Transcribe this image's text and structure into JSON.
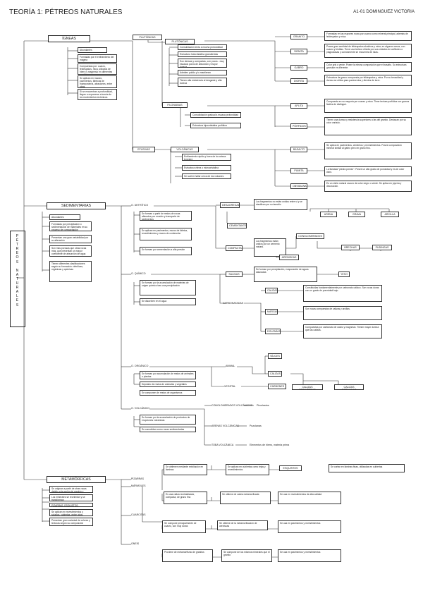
{
  "title": "TEORÍA 1: PÉTREOS NATURALES",
  "author": "A1-01 DOMINGUEZ VICTORIA",
  "main": "PÉTREOS NATURALES",
  "igneas": {
    "head": "ÍGNEAS",
    "notes": [
      "Abundantes",
      "Formadas por el enfriamiento del magma",
      "Compuestas por: cuarzo, feldespatos, mica, silicatos de hierro y magnesio en diferentes medidas",
      "Se aplican en macizo, pavimentos, fábricas de mampostería, aleaciones, entre otros",
      "Si se encuentran a profundidad, llegan a exponerse a través de los movimientos tectónicos"
    ],
    "plutonicas": "PLUTÓNICAS",
    "plut_a": "PLUTÓNICAS",
    "plut_a_notes": [
      "Consolidación lenta a mucha profundidad",
      "Estructura holocristalina granulientas",
      "Son densas y compactas, con pocos - muy escasos poros de absorción y mayor dureza",
      "Admiten pulido y lo mantienen",
      "Tienen alta resistencia al desgaste y alta dureza"
    ],
    "filonianas": "FILONIANAS",
    "filon_notes": [
      "Consolidación gradual a escasa profundidad",
      "Estructura hipocristalina porfídica"
    ],
    "efusivas": "EFUSIVAS",
    "volcanicas": "VOLCÁNICAS",
    "volc_notes": [
      "Enfriamiento rápido y fuera de la corteza terrestre",
      "Estructura vítrea o microcristalina",
      "Se suelen hallar cerca de los volcanes"
    ],
    "rocks": [
      {
        "name": "GRANITO",
        "desc": "Formadas en las mayores rocas por cuarzo como mineral principal, además de feldespatos y mica."
      },
      {
        "name": "SIENITA",
        "desc": "Posee gran cantidad de feldespatos alcalinos y mica, en algunos casos, con cuarzo y biotitas. Tiene una textura ofícida por sus cristales de anfíboles o plagioclasas y comúnmente se encuentra en islas."
      },
      {
        "name": "GABRO",
        "desc": "Color gris o verde. Posee la misma composición que el basalto. Su estructura granular es diferente."
      },
      {
        "name": "DIORITA",
        "desc": "Estructura de grano compuesta por feldespatos y mica. Por su tenacidad y dureza se utiliza para pavimentos y dientes de torre."
      },
      {
        "name": "APLITA",
        "desc": "Compuesta en su mayoría por cuarzo y mica. Tiene textura porfídica con granos fáciles de distinguir."
      },
      {
        "name": "PÓRFIDOS",
        "desc": "Tienen una dureza y resistencia superiores a las del granito. Destacan por su color variado."
      },
      {
        "name": "BASALTO",
        "desc": "Se aplica en pavimentos, cimientos y revestimientos. Posee composición mineral similar al gabro pero en grano fino."
      },
      {
        "name": "PUMITA",
        "desc": "La llamada \"piedra pómez\". Posee un alto grado de porosidad y es de color claro."
      },
      {
        "name": "OBSIDIANA",
        "desc": "Es un vidrio natural oscuro de color negro o verde. Se aplica en joyería y decoración."
      }
    ]
  },
  "sedimentarias": {
    "head": "SEDIMENTARIAS",
    "notes": [
      "Abundantes",
      "Formadas por precipitación o sedimentación de materiales en su proceso de compactación",
      "Presentan una gran variabilidad por su alteración",
      "Son más porosas que otras rocas más, que presentan un mayor coeficiente de absorción de agua",
      "Tienen diferentes clasificaciones según su formación: detríticas, orgánicas y químicas"
    ],
    "detrit": "O. DETRÍTICO",
    "detrit_notes": [
      "Se forman a partir de restos de rocas alterados por erosión y transporte de sedimentos",
      "Se aplican en pavimentos, muros de fábrica, revestimientos y muros de contención",
      "Se forman por cementación a alta presión"
    ],
    "desagregadas": "DESAGREGADAS",
    "desag_desc": "Los fragmentos no están unidos entre sí y se clasifican por su tamaño",
    "cementante": "CEMENTANTE",
    "compactas": "COMPACTAS",
    "comp_desc": "Los fragmentos están unidos por un cemento natural.",
    "conglomerados": "CONGLOMERADOS",
    "areniscas": "ARENISCAS",
    "brechas": "BRECHAS",
    "pudingas": "PUDINGAS",
    "sands": [
      "ARENA",
      "GRAVA",
      "ARCILLA"
    ],
    "quimico": "O. QUÍMICO",
    "quim_notes": [
      "Se forman por la acumulación de materias de origen químico tras una precipitación",
      "Se disuelven en el agua"
    ],
    "salinas": "SALINAS",
    "salinas_desc": "Se forman por precipitación, evaporación de aguas saturadas",
    "yeso": "YESO",
    "carbonatadas": "CARBONATADAS",
    "carbon": [
      {
        "name": "CALIZAS",
        "desc": "Constituidas fundamentalmente por carbonato cálcico. Son rocas duras con un grado de porosidad bajo."
      },
      {
        "name": "MARGAS",
        "desc": "Son rocas compuestas de calizas y arcillas."
      },
      {
        "name": "DOLOMÍAS",
        "desc": "Compuestas por carbonato de calcio y magnesio. Tienen mayor dureza que las calizas."
      }
    ],
    "organico": "O. ORGÁNICO",
    "org_notes": [
      "Se forman por acumulación de restos de animales o plantas",
      "Depósito de restos de animales y vegetales",
      "Se componen de restos de organismos"
    ],
    "animal": "ANIMAL",
    "vegetal": "VEGETAL",
    "silices": "SÍLICES",
    "calizas2": "CALIZAS",
    "carbones": "CARBONES",
    "calizas_fos": "CALIZAS FOSILÍFERAS",
    "calizas_coral": "CALIZAS CORALINAS",
    "volcanico": "O. VOLCÁNICO",
    "volc_notes": [
      "Se forman por la acumulación de productos de erupciones volcánicas",
      "Se consolidan como rocas sedimentarias"
    ],
    "conglomerados_volc": "CONGLOMERADOS VOLCÁNICOS",
    "pyro": "Piroclastos",
    "arenas_volc": "ARENAS VOLCÁNICAS",
    "puzolana": "Puzolanas",
    "tobas": "TOBA VOLCÁNICA",
    "tobas_desc": "Elementos de hierro, materia prima"
  },
  "metamorficas": {
    "head": "METAMÓRFICAS",
    "notes": [
      "Se originan a partir de otras rocas debido a la acción de presión y temperatura",
      "Los minerales se reorientan y se transforman",
      "PIZARRAS, ESQUISTOS, MÁRMOLES",
      "Se aplican en revestimientos y solados, cubiertas, entre otros",
      "Presentan gran variedad de colores y texturas según su composición"
    ],
    "types": [
      {
        "name": "PIZARRAS",
        "desc": [
          "Se obtienen mediante exfoliación en láminas",
          "Se aplican en cubiertas como tejas y revestimientos",
          "ESQUISTOS"
        ],
        "extra": "Se cortan en láminas finas, utilizadas en cubiertas"
      },
      {
        "name": "MÁRMOLES",
        "desc": [
          "Es una caliza recristalizada, compacta, de grano fino",
          "Se obtiene de caliza metamorfizada",
          "Se usa en revestimientos de alta calidad"
        ]
      },
      {
        "name": "CUARCITAS",
        "desc": [
          "Se compone principalmente de cuarzo, son muy duras",
          "Se obtiene de la metamorfización de areniscas",
          "Se usa en pavimentos y revestimientos"
        ]
      },
      {
        "name": "GNEIS",
        "desc": [
          "Proviene de metamorfismo de granitos",
          "Se compone de los mismos minerales que el granito",
          "Se usa en pavimentos y revestimientos"
        ]
      }
    ]
  }
}
